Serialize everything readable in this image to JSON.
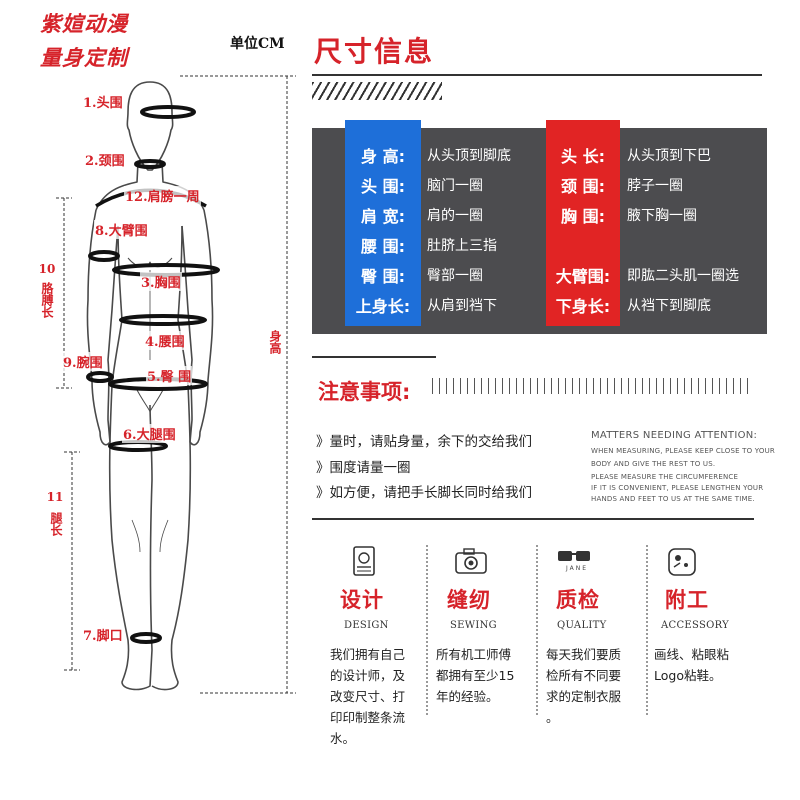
{
  "brand": {
    "line1": "紫媗动漫",
    "line2": "量身定制"
  },
  "unit_label": "单位CM",
  "body_labels": {
    "head": "1.头围",
    "neck": "2.颈围",
    "shoulder": "12.肩膀一周",
    "upper_arm": "8.大臂围",
    "chest": "3.胸围",
    "waist": "4.腰围",
    "hip": "5.臀  围",
    "wrist": "9.腕围",
    "thigh": "6.大腿围",
    "ankle": "7.脚口",
    "arm_length_num": "10",
    "arm_length_text": "胳膊长",
    "leg_length_num": "11",
    "leg_length_text": "腿长",
    "height_text": "身高"
  },
  "size_info": {
    "title": "尺寸信息",
    "left_rows": [
      {
        "label": "身  高:",
        "desc": "从头顶到脚底"
      },
      {
        "label": "头  围:",
        "desc": "脑门一圈"
      },
      {
        "label": "肩  宽:",
        "desc": "肩的一圈"
      },
      {
        "label": "腰  围:",
        "desc": "肚脐上三指"
      },
      {
        "label": "臀  围:",
        "desc": "臀部一圈"
      },
      {
        "label": "上身长:",
        "desc": "从肩到裆下"
      }
    ],
    "right_rows": [
      {
        "label": "头  长:",
        "desc": "从头顶到下巴"
      },
      {
        "label": "颈  围:",
        "desc": "脖子一圈"
      },
      {
        "label": "胸  围:",
        "desc": "腋下胸一圈"
      },
      {
        "label": "大臂围:",
        "desc": "即肱二头肌一圈选"
      },
      {
        "label": "下身长:",
        "desc": "从裆下到脚底"
      }
    ]
  },
  "notice": {
    "title": "注意事项:",
    "items": [
      "》量时，请贴身量，余下的交给我们",
      "》围度请量一圈",
      "》如方便，请把手长脚长同时给我们"
    ],
    "en_title": "MATTERS NEEDING ATTENTION:",
    "en_lines": [
      "WHEN MEASURING, PLEASE KEEP CLOSE TO YOUR",
      "BODY AND GIVE THE REST TO US.",
      "PLEASE MEASURE THE CIRCUMFERENCE",
      "IF IT IS CONVENIENT, PLEASE LENGTHEN YOUR",
      "HANDS AND FEET TO US AT THE SAME TIME."
    ]
  },
  "features": [
    {
      "icon": "passport-icon",
      "title": "设计",
      "en": "DESIGN",
      "desc": [
        "我们拥有自己",
        "的设计师，及",
        "改变尺寸、打",
        "印印制整条流",
        "水。"
      ]
    },
    {
      "icon": "camera-icon",
      "title": "缝纫",
      "en": "SEWING",
      "desc": [
        "所有机工师傅",
        "都拥有至少15",
        "年的经验。"
      ]
    },
    {
      "icon": "glasses-icon",
      "title": "质检",
      "en": "QUALITY",
      "desc": [
        "每天我们要质",
        "检所有不同要",
        "求的定制衣服",
        "。"
      ]
    },
    {
      "icon": "phone-icon",
      "title": "附工",
      "en": "ACCESSORY",
      "desc": [
        "画线、粘眼粘",
        "Logo粘鞋。"
      ]
    }
  ],
  "glasses_caption": "JANE",
  "colors": {
    "accent_red": "#d6232a",
    "accent_blue": "#1e6fd9",
    "panel_gray": "#4c4c4f"
  }
}
